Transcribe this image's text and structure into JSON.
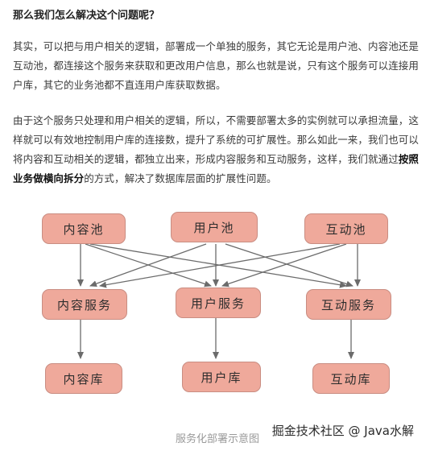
{
  "article": {
    "heading": "那么我们怎么解决这个问题呢？",
    "p1_lines": [
      "其实，可以把与用户相关的逻辑，部署成一个单独的服务，其它无论是用户池、内容池还是",
      "互动池，都连接这个服务来获取和更改用户信息，那么也就是说，只有这个服务可以连接用",
      "户库，其它的业务池都不直连用户库获取数据。"
    ],
    "p2_line1": "由于这个服务只处理和用户相关的逻辑，所以，不需要部署太多的实例就可以承担流量，这",
    "p2_line2": "样就可以有效地控制用户库的连接数，提升了系统的可扩展性。那么如此一来，我们也可以",
    "p2_line3_pre": "将内容和互动相关的逻辑，都独立出来，形成内容服务和互动服务，这样，我们就通过",
    "p2_line3_bold": "按照",
    "p2_line4_bold": "业务做横向拆分",
    "p2_line4_post": "的方式，解决了数据库层面的扩展性问题。"
  },
  "diagram": {
    "pools": [
      "内容池",
      "用户池",
      "互动池"
    ],
    "services": [
      "内容服务",
      "用户服务",
      "互动服务"
    ],
    "databases": [
      "内容库",
      "用户库",
      "互动库"
    ],
    "node_color": "#efa99b",
    "arrow_color": "#6b6b6b"
  },
  "watermark": "掘金技术社区 @ Java水解",
  "caption": "服务化部署示意图"
}
